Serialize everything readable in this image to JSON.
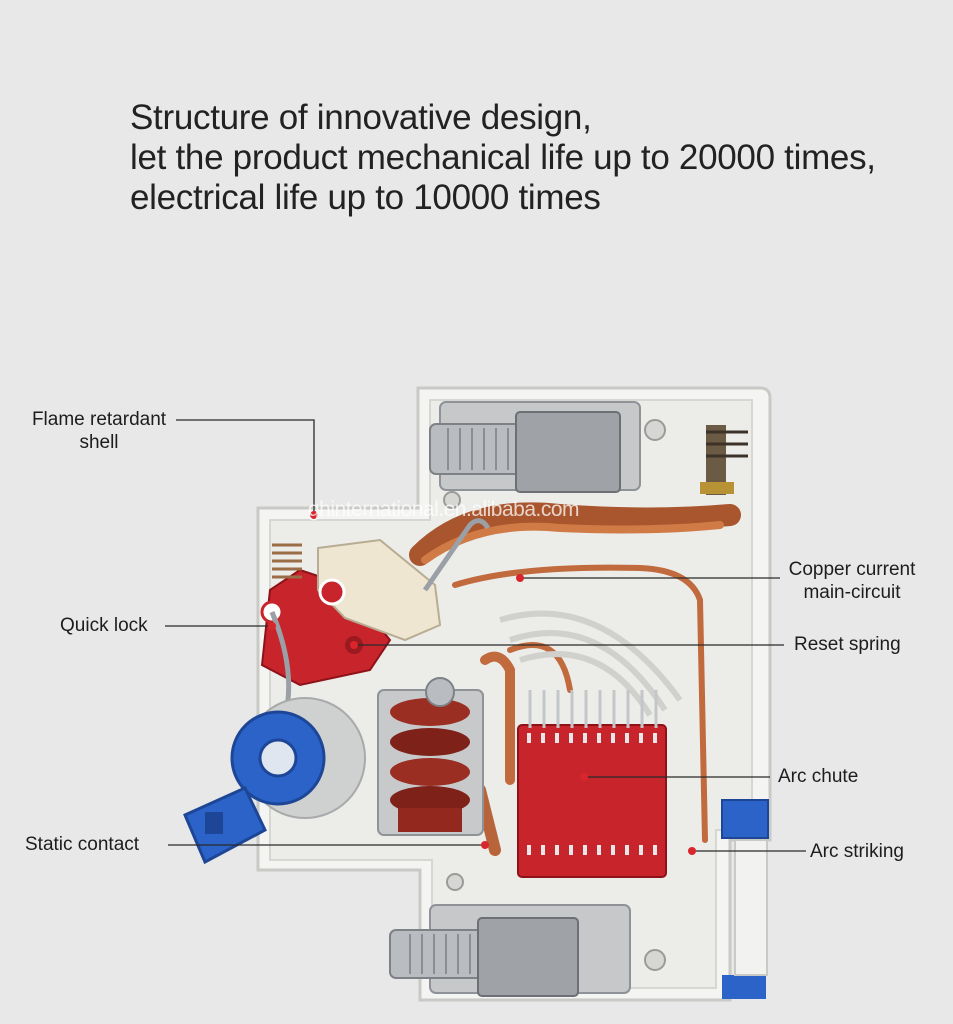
{
  "headline": {
    "line1": "Structure of innovative design,",
    "line2": "let the product mechanical life up to 20000 times,",
    "line3": "electrical life up to 10000 times"
  },
  "labels": {
    "flame_line1": "Flame retardant",
    "flame_line2": "shell",
    "quick_lock": "Quick lock",
    "static_contact": "Static contact",
    "copper_line1": "Copper current",
    "copper_line2": "main-circuit",
    "reset_spring": "Reset spring",
    "arc_chute": "Arc chute",
    "arc_striking": "Arc striking"
  },
  "watermark": "ghinternational.en.alibaba.com",
  "colors": {
    "background": "#e8e8e8",
    "shell": "#f4f4f2",
    "copper": "#b8643a",
    "red_part": "#c8242c",
    "blue_part": "#2b63c9",
    "steel": "#a9adb2",
    "leader_dot": "#d8262c"
  }
}
